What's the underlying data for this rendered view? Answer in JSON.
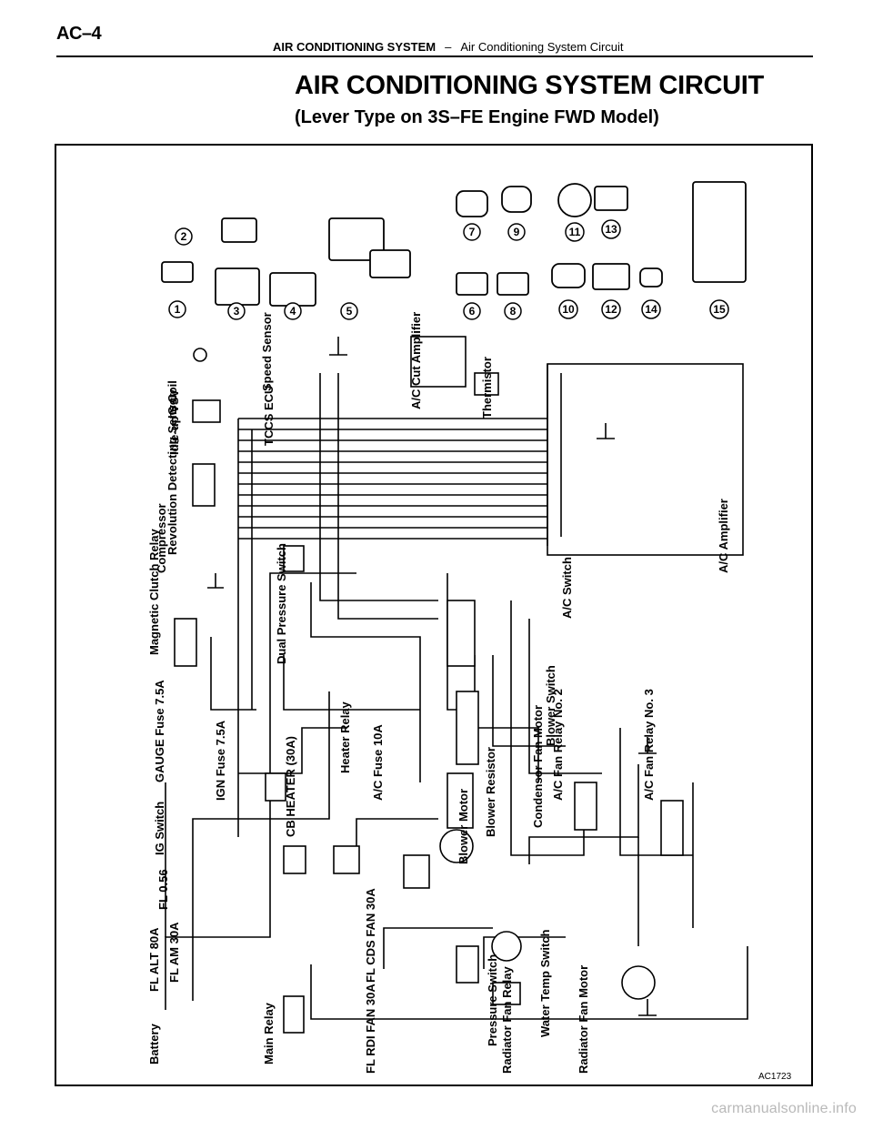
{
  "header": {
    "page_number": "AC–4",
    "section": "AIR CONDITIONING SYSTEM",
    "separator": "–",
    "subsection": "Air Conditioning System Circuit"
  },
  "title": "AIR CONDITIONING SYSTEM CIRCUIT",
  "subtitle": "(Lever Type on 3S–FE Engine FWD Model)",
  "diagram": {
    "figure_code": "AC1723",
    "component_labels": {
      "battery": "Battery",
      "fl_alt": "FL ALT 80A",
      "fl_am": "FL AM 30A",
      "fl_056": "FL 0.56",
      "ig_switch": "IG Switch",
      "gauge_fuse": "GAUGE Fuse 7.5A",
      "ign_fuse": "IGN Fuse 7.5A",
      "cb_heater": "CB HEATER (30A)",
      "main_relay": "Main Relay",
      "fl_cds": "FL CDS FAN 30A",
      "fl_rdi": "FL RDI FAN 30A",
      "heater_relay": "Heater Relay",
      "ac_fuse": "A/C Fuse 10A",
      "blower_motor": "Blower Motor",
      "blower_resistor": "Blower Resistor",
      "blower_switch": "Blower Switch",
      "condenser_fan_motor": "Condensor Fan Motor",
      "ac_fan_relay_2": "A/C Fan Relay No. 2",
      "ac_fan_relay_3": "A/C Fan Relay No. 3",
      "pressure_switch": "Pressure Switch",
      "water_temp_switch": "Water Temp Switch",
      "radiator_fan_relay": "Radiator Fan Relay",
      "radiator_fan_motor": "Radiator Fan Motor",
      "magnetic_clutch_relay": "Magnetic Clutch Relay",
      "dual_pressure_switch": "Dual Pressure Switch",
      "ac_switch": "A/C Switch",
      "compressor": "Compressor",
      "revolution_sensor": "Revolution Detecting Sensor",
      "idle_up_vsv": "Idle-up VSV",
      "ig_coil": "IG Coil",
      "tccs_ecu": "TCCS ECU",
      "speed_sensor": "Speed Sensor",
      "ac_cut_amplifier": "A/C Cut Amplifier",
      "thermistor": "Thermistor",
      "ac_amplifier": "A/C Amplifier"
    },
    "connector_numbers": [
      "1",
      "2",
      "3",
      "4",
      "5",
      "6",
      "7",
      "8",
      "9",
      "10",
      "11",
      "12",
      "13",
      "14",
      "15"
    ]
  }
}
